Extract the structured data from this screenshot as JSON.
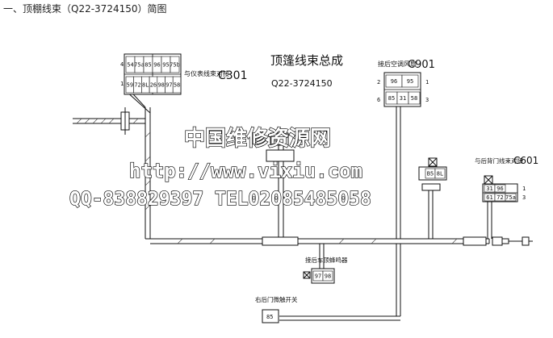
{
  "page_title": "一、顶棚线束（Q22-3724150）简图",
  "assembly": {
    "title": "顶篷线束总成",
    "part_no": "Q22-3724150"
  },
  "connectors": {
    "c301": {
      "label": "与仪表线束对接",
      "id": "C301",
      "row1_side_pin": "4",
      "row2_side_pin": "1",
      "row1_pins": [
        "54",
        "75a",
        "85",
        "96",
        "95",
        "75b"
      ],
      "row2_pins": [
        "59",
        "72",
        "8L",
        "26",
        "98",
        "97",
        "58"
      ]
    },
    "c901": {
      "label": "接后空调风扇",
      "id": "C901",
      "row1_side_left": "2",
      "row1_side_right": "1",
      "row2_side_left": "6",
      "row2_side_right": "3",
      "row1_pins": [
        "96",
        "95"
      ],
      "row2_pins": [
        "85",
        "31",
        "58"
      ]
    },
    "c601": {
      "label": "与后背门线束对接",
      "id": "C601",
      "row1_side_right": "1",
      "row2_side_right": "3",
      "row1_pins": [
        "31",
        "96"
      ],
      "row2_pins": [
        "61",
        "72",
        "75a"
      ]
    },
    "c903": {
      "label": "接后车顶蜂鸣器",
      "pins": [
        "97",
        "98"
      ]
    },
    "c_door_switch": {
      "label": "右后门微触开关",
      "pins": [
        "85"
      ]
    },
    "c_mid_small": {
      "pins": [
        "B5",
        "8L"
      ]
    }
  },
  "watermark": {
    "line1": "中国维修资源网",
    "line2": "http://www.vixiu.com",
    "line3": "QQ-838829397 TEL02085485058"
  }
}
